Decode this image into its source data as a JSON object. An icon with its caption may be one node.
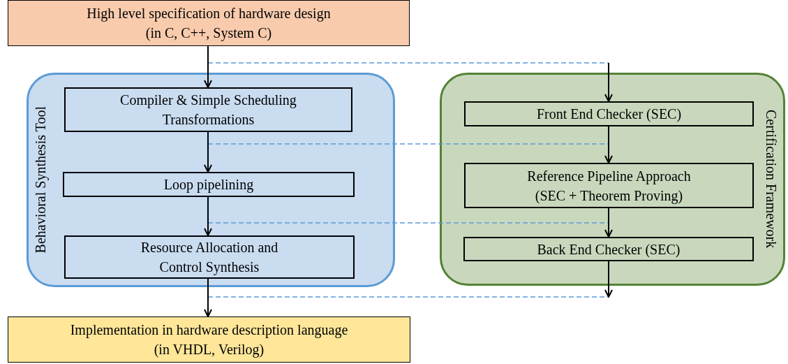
{
  "diagram": {
    "nodes": [
      {
        "text": [
          "High level specification of  hardware design",
          "(in C, C++, System C)"
        ]
      },
      {
        "text": [
          "Behavioral Synthesis Tool"
        ]
      },
      {
        "text": [
          "Compiler & Simple Scheduling Transformations"
        ],
        "in": 1
      },
      {
        "text": [
          "Loop pipelining"
        ],
        "in": 1
      },
      {
        "text": [
          "Resource Allocation and Control Synthesis"
        ],
        "in": 1
      },
      {
        "text": [
          "Implementation in hardware description language",
          "(in VHDL, Verilog)"
        ]
      },
      {
        "text": [
          "Certification Framework"
        ]
      },
      {
        "text": [
          "Front End Checker (SEC)"
        ],
        "in": 6
      },
      {
        "text": [
          "Reference Pipeline Approach",
          "(SEC + Theorem Proving)"
        ],
        "in": 6
      },
      {
        "text": [
          "Back End Checker (SEC)"
        ],
        "in": 6
      }
    ],
    "edges": [
      {
        "from": 0,
        "to": 2,
        "arrow": "to"
      },
      {
        "from": 2,
        "to": 3,
        "arrow": "to"
      },
      {
        "from": 3,
        "to": 4,
        "arrow": "to"
      },
      {
        "from": 4,
        "to": 5,
        "arrow": "to"
      },
      {
        "from": null,
        "to": 7,
        "arrow": "to"
      },
      {
        "from": 7,
        "to": 8,
        "arrow": "to"
      },
      {
        "from": 8,
        "to": 9,
        "arrow": "to"
      },
      {
        "from": 9,
        "to": null,
        "arrow": "to"
      }
    ]
  }
}
